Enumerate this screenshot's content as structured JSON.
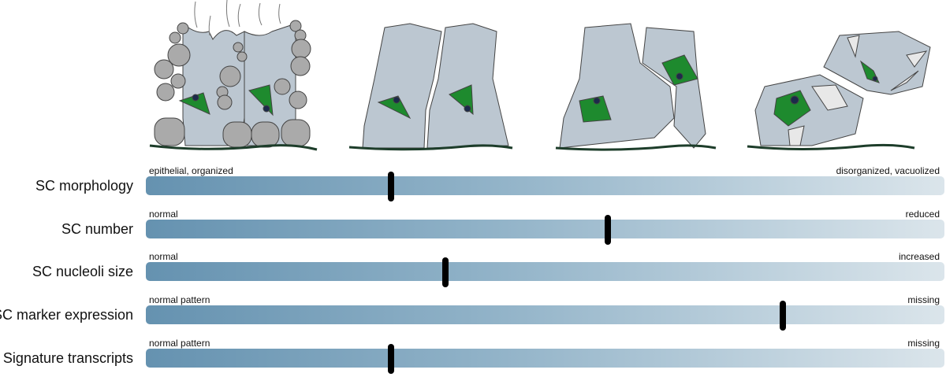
{
  "stages": [
    "healthy-epithelium",
    "mild-disorganization",
    "moderate-disorganization",
    "severe-vacuolization"
  ],
  "colors": {
    "cell": "#bcc7d1",
    "sertoli_green": "#1e8a2e",
    "basement": "#1d3d2a",
    "bar_start": "#6592b0",
    "bar_end": "#dbe5eb"
  },
  "rows": [
    {
      "label": "SC morphology",
      "low": "epithelial, organized",
      "high": "disorganized, vacuolized",
      "value": 0.307
    },
    {
      "label": "SC number",
      "low": "normal",
      "high": "reduced",
      "value": 0.578
    },
    {
      "label": "SC nucleoli size",
      "low": "normal",
      "high": "increased",
      "value": 0.375
    },
    {
      "label": "SC marker expression",
      "low": "normal pattern",
      "high": "missing",
      "value": 0.798
    },
    {
      "label": "Signature transcripts",
      "low": "normal pattern",
      "high": "missing",
      "value": 0.307
    }
  ]
}
